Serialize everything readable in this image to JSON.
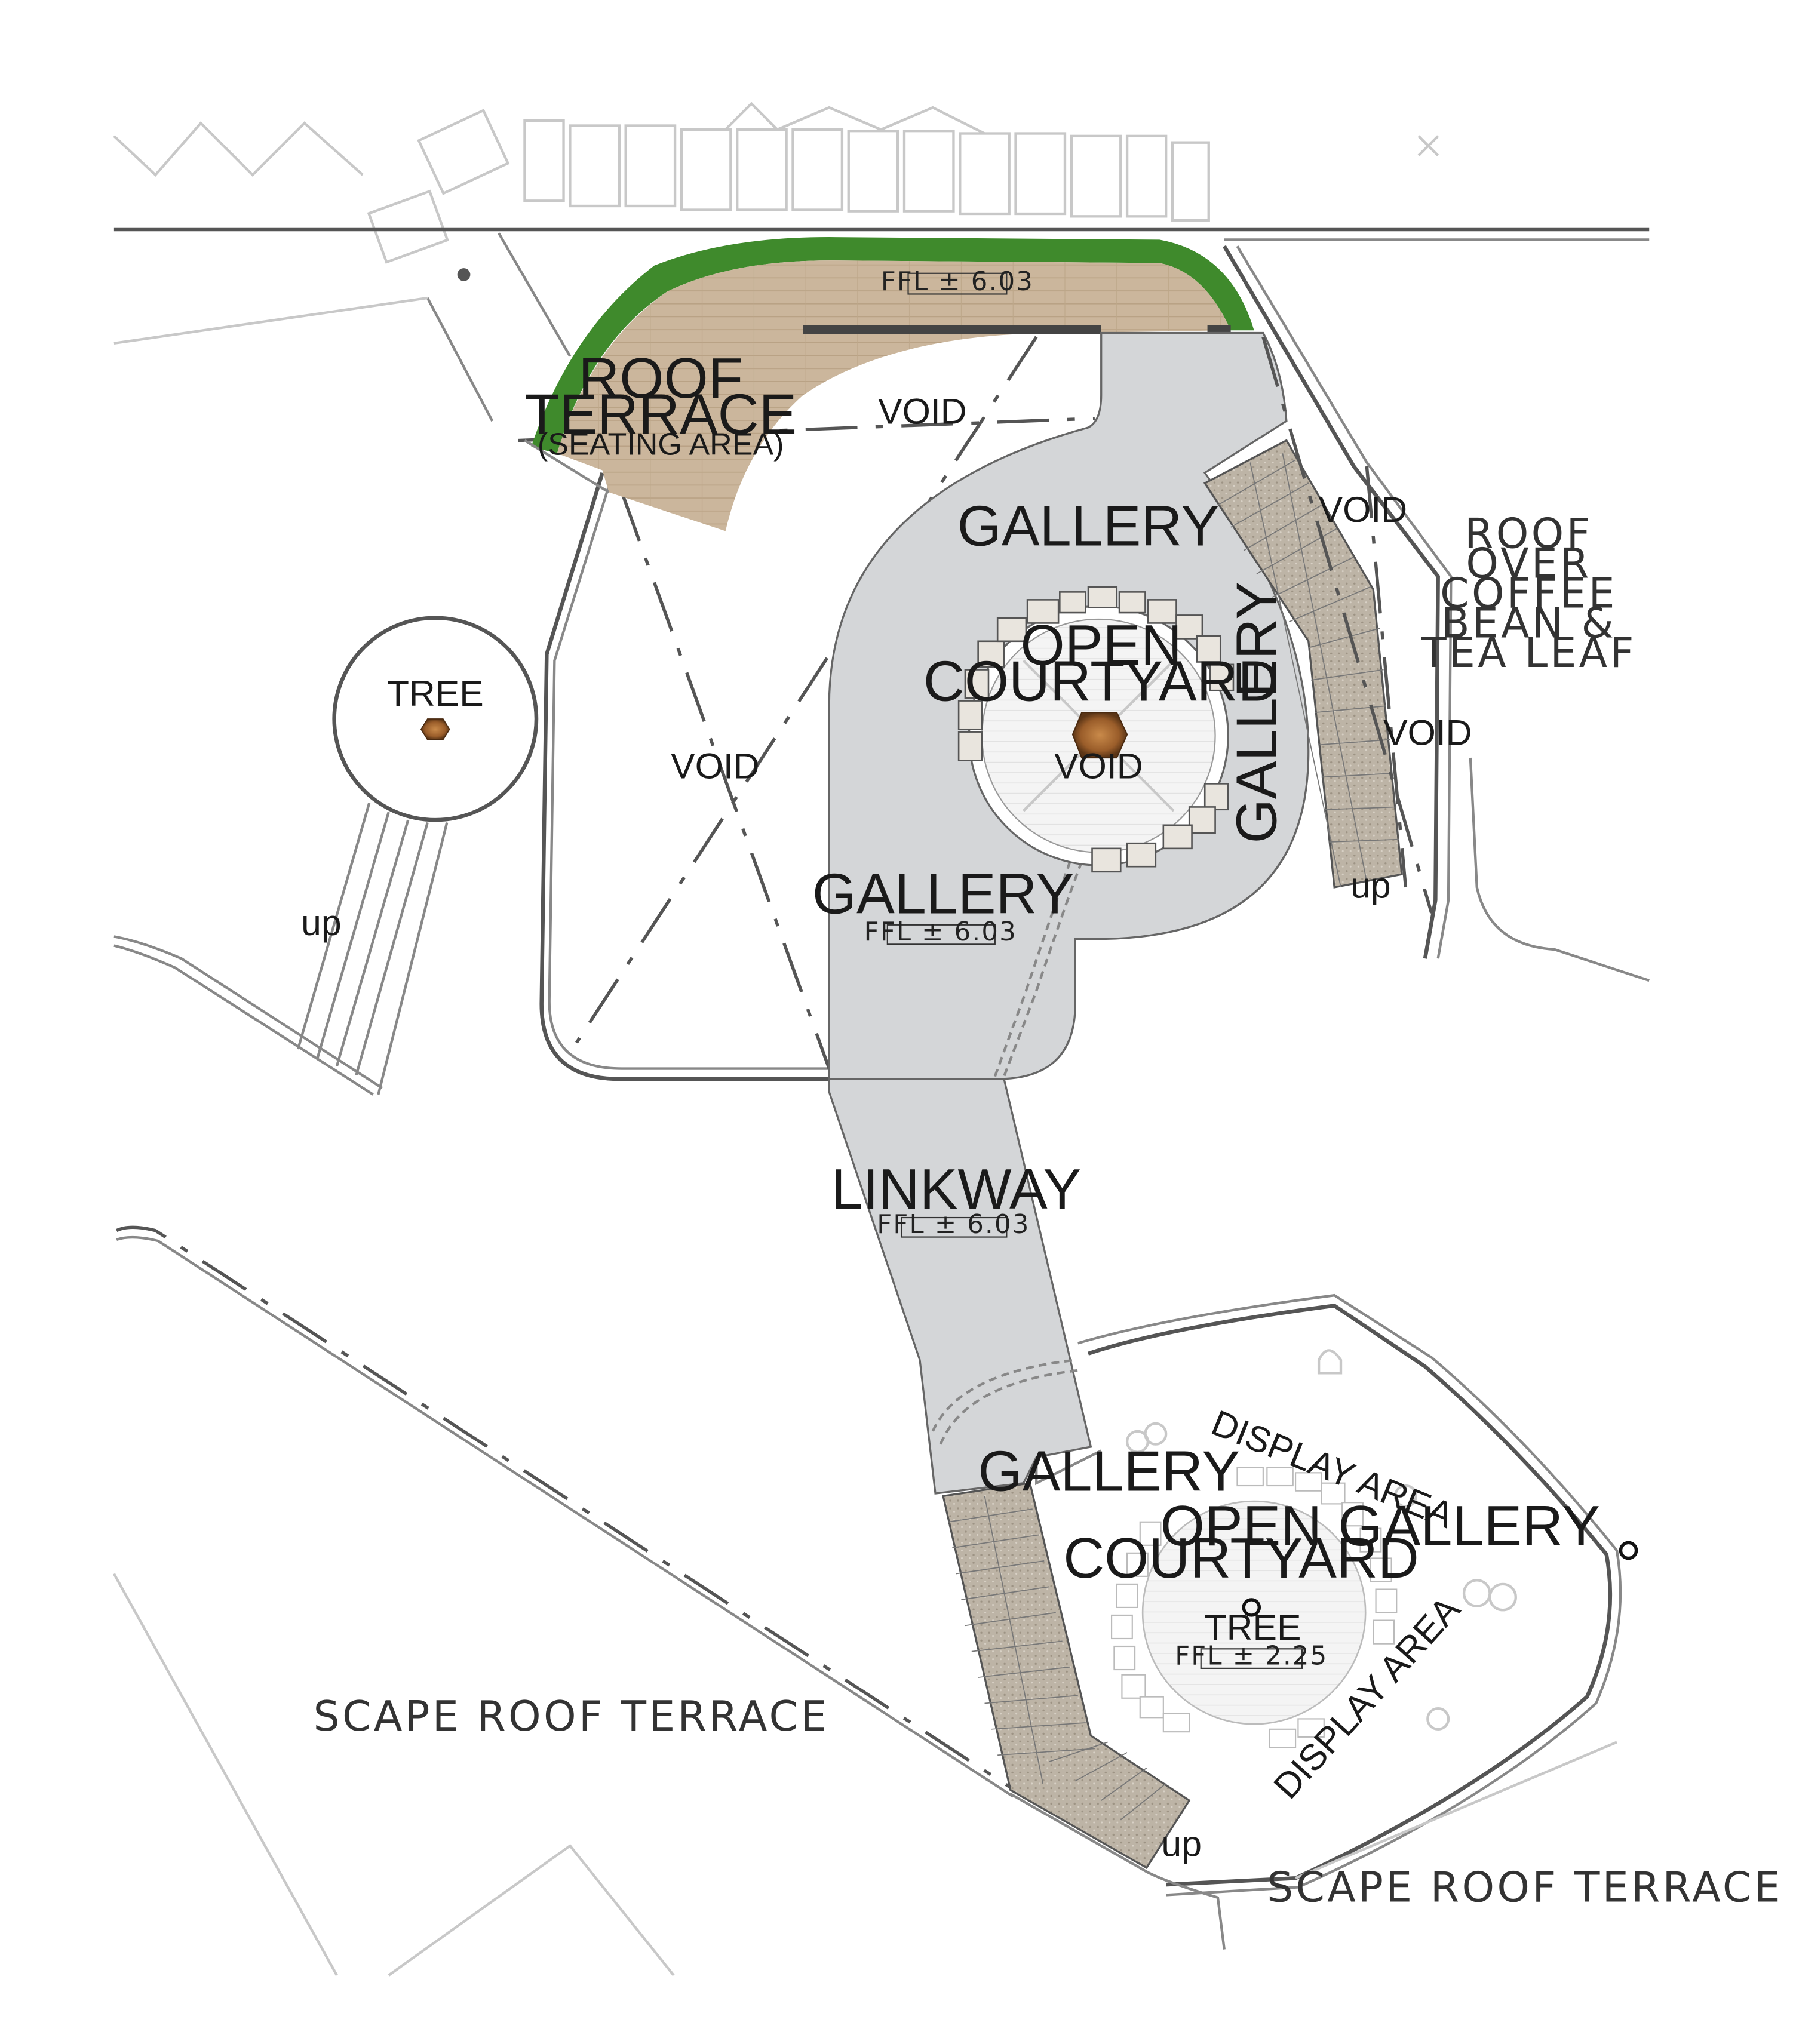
{
  "labels": {
    "roof_terrace": [
      "ROOF",
      "TERRACE"
    ],
    "seating_area": "(SEATING AREA)",
    "roof_ffl": "FFL ± 6.03",
    "void_top": "VOID",
    "void_center": "VOID",
    "void_courtyard": "VOID",
    "void_right_1": "VOID",
    "void_right_2": "VOID",
    "tree_left": "TREE",
    "up_left": "up",
    "up_right": "up",
    "up_bottom": "up",
    "gallery_top": "GALLERY",
    "gallery_side": "GALLERY",
    "gallery_mid": "GALLERY",
    "gallery_mid_ffl": "FFL ± 6.03",
    "open_courtyard_top": [
      "OPEN",
      "COURTYARD"
    ],
    "roof_over": [
      "ROOF",
      "OVER",
      "COFFEE",
      "BEAN &",
      "TEA LEAF"
    ],
    "linkway": "LINKWAY",
    "linkway_ffl": "FFL ± 6.03",
    "gallery_low_left": "GALLERY",
    "gallery_low_right": "GALLERY",
    "display_area_1": "DISPLAY AREA",
    "display_area_2": "DISPLAY AREA",
    "open_courtyard_bottom": [
      "OPEN",
      "COURTYARD"
    ],
    "tree_bottom": "TREE",
    "bottom_ffl": "FFL ± 2.25",
    "scape_left": "SCAPE ROOF TERRACE",
    "scape_right": "SCAPE ROOF TERRACE"
  },
  "colors": {
    "gallery_floor": "#d4d6d8",
    "timber_deck": "#c9b49a",
    "planting": "#3f8a2c",
    "stair_granite": "#bdb4a6",
    "linework": "#555555",
    "bench": "#e9e5de"
  }
}
